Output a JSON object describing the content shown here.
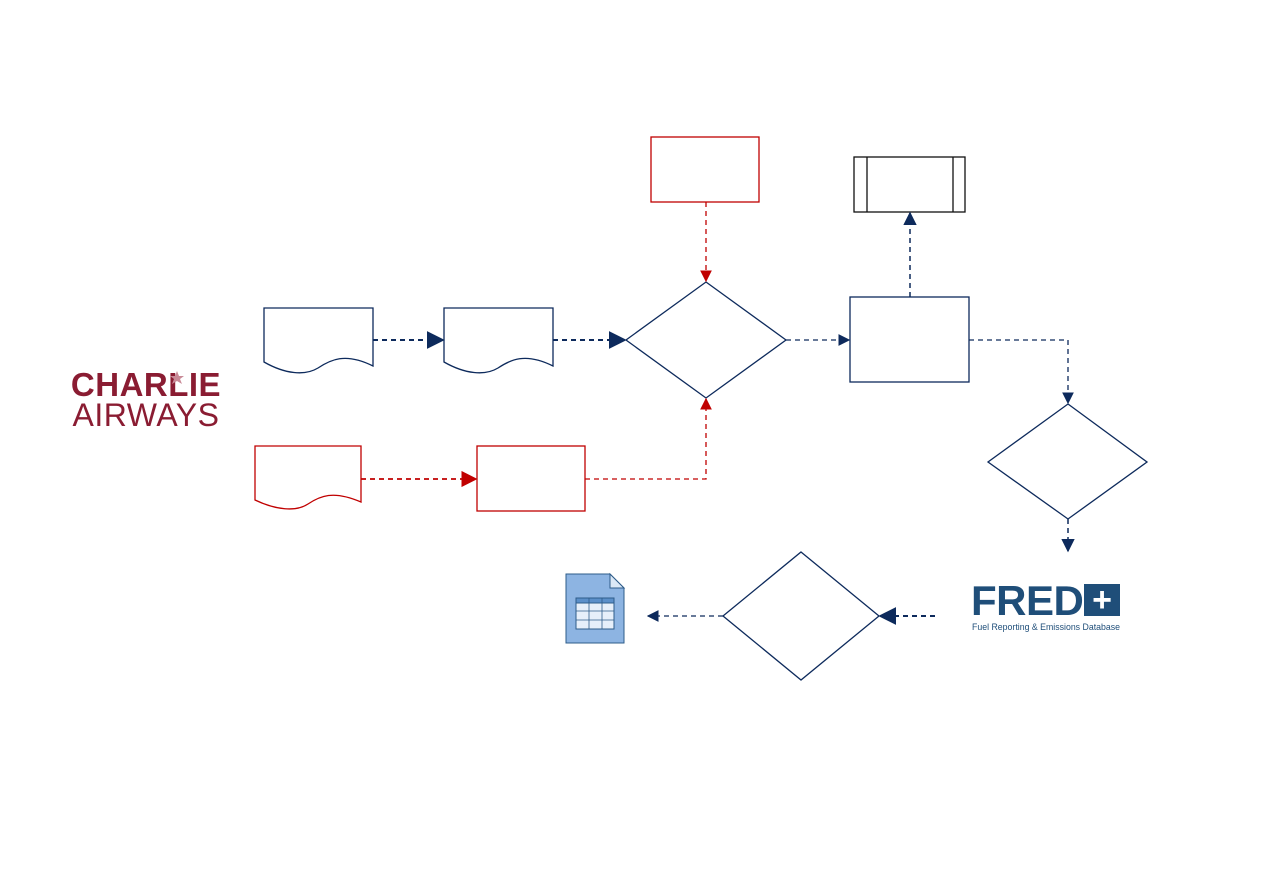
{
  "colors": {
    "navy": "#0d2a5c",
    "red": "#c00000",
    "charlie_maroon": "#8a1c32",
    "charlie_star": "#c98a97",
    "fred_blue": "#1f4e79",
    "spreadsheet_fill": "#8db4e2",
    "spreadsheet_stroke": "#2e5c8a"
  },
  "charlie_logo": {
    "line1": "CHARLIE",
    "line2": "AIRWAYS"
  },
  "fred_logo": {
    "name": "FRED",
    "badge": "+",
    "subtitle": "Fuel Reporting & Emissions Database"
  },
  "icons": {
    "spreadsheet": "spreadsheet-icon"
  }
}
